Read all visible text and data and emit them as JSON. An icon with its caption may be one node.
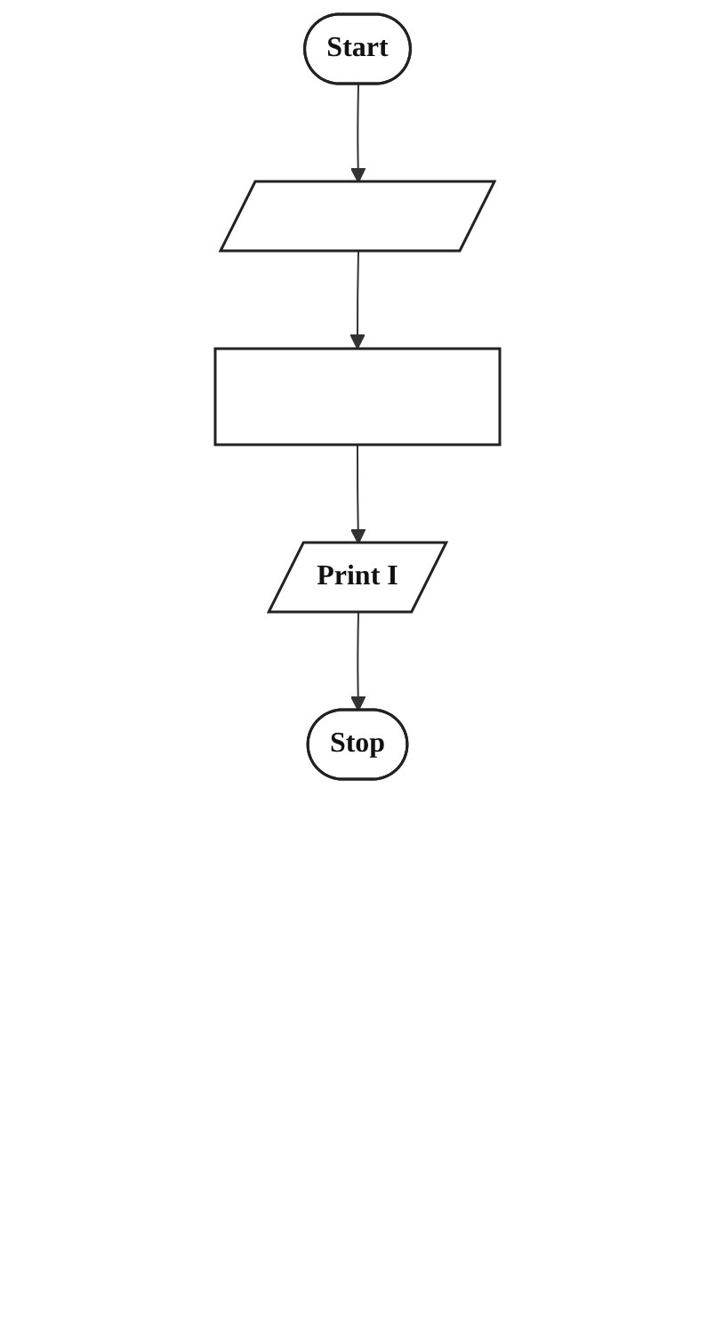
{
  "diagram": {
    "nodes": [
      {
        "text": [
          "Start"
        ]
      },
      {
        "text": [],
        "shape": "parallelogram"
      },
      {
        "text": [],
        "shape": "box"
      },
      {
        "text": [
          "Print I"
        ]
      },
      {
        "text": [
          "Stop"
        ]
      }
    ],
    "edges": [
      {
        "from": 0,
        "to": 1,
        "arrow": "to"
      },
      {
        "from": 1,
        "to": 2,
        "arrow": "to"
      },
      {
        "from": 2,
        "to": 3,
        "arrow": "to"
      },
      {
        "from": 3,
        "to": 4,
        "arrow": "to"
      }
    ]
  }
}
